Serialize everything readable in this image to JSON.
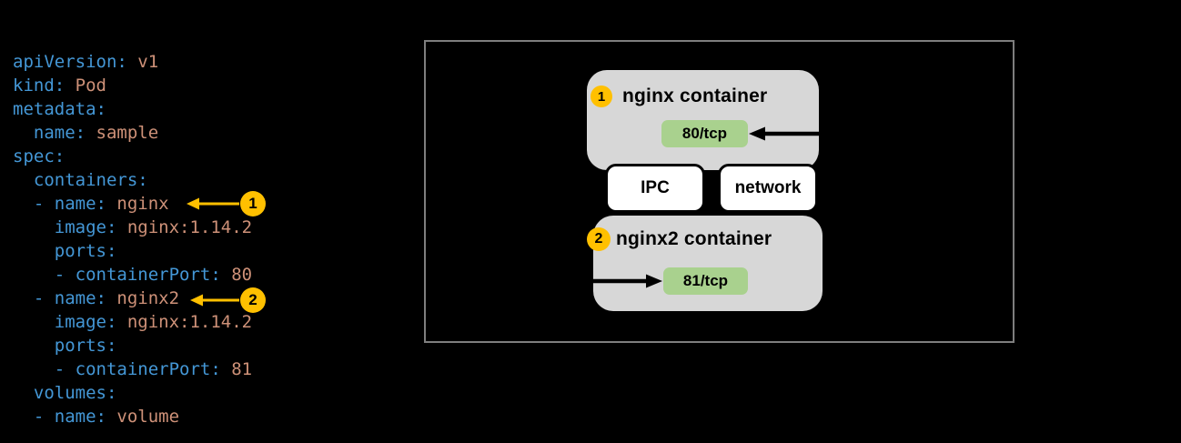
{
  "colors": {
    "yaml_key": "#4497d6",
    "yaml_value": "#ce9178",
    "badge_gold": "#ffc000",
    "port_green": "#a9d18e",
    "container_gray": "#d7d7d7",
    "ns_box_bg": "#ffffff",
    "panel_border": "#7e7e7e",
    "diagram_text": "#000000",
    "page_bg": "#000000"
  },
  "code": {
    "language": "yaml",
    "lines": [
      {
        "tokens": [
          {
            "c": "k",
            "t": "apiVersion: "
          },
          {
            "c": "v",
            "t": "v1"
          }
        ]
      },
      {
        "tokens": [
          {
            "c": "k",
            "t": "kind: "
          },
          {
            "c": "v",
            "t": "Pod"
          }
        ]
      },
      {
        "tokens": [
          {
            "c": "k",
            "t": "metadata:"
          }
        ]
      },
      {
        "tokens": [
          {
            "c": "k",
            "t": "  name: "
          },
          {
            "c": "v",
            "t": "sample"
          }
        ]
      },
      {
        "tokens": [
          {
            "c": "k",
            "t": "spec:"
          }
        ]
      },
      {
        "tokens": [
          {
            "c": "k",
            "t": "  containers:"
          }
        ]
      },
      {
        "tokens": [
          {
            "c": "k",
            "t": "  - name: "
          },
          {
            "c": "v",
            "t": "nginx"
          }
        ]
      },
      {
        "tokens": [
          {
            "c": "k",
            "t": "    image: "
          },
          {
            "c": "v",
            "t": "nginx:1.14.2"
          }
        ]
      },
      {
        "tokens": [
          {
            "c": "k",
            "t": "    ports:"
          }
        ]
      },
      {
        "tokens": [
          {
            "c": "k",
            "t": "    - containerPort: "
          },
          {
            "c": "v",
            "t": "80"
          }
        ]
      },
      {
        "tokens": [
          {
            "c": "k",
            "t": "  - name: "
          },
          {
            "c": "v",
            "t": "nginx2"
          }
        ]
      },
      {
        "tokens": [
          {
            "c": "k",
            "t": "    image: "
          },
          {
            "c": "v",
            "t": "nginx:1.14.2"
          }
        ]
      },
      {
        "tokens": [
          {
            "c": "k",
            "t": "    ports:"
          }
        ]
      },
      {
        "tokens": [
          {
            "c": "k",
            "t": "    - containerPort: "
          },
          {
            "c": "v",
            "t": "81"
          }
        ]
      },
      {
        "tokens": [
          {
            "c": "k",
            "t": "  volumes:"
          }
        ]
      },
      {
        "tokens": [
          {
            "c": "k",
            "t": "  - name: "
          },
          {
            "c": "v",
            "t": "volume"
          }
        ]
      }
    ]
  },
  "callouts": [
    {
      "number": "1",
      "target": "name: nginx"
    },
    {
      "number": "2",
      "target": "name: nginx2"
    }
  ],
  "diagram": {
    "containers": [
      {
        "badge": "1",
        "title": "nginx container",
        "port": "80/tcp",
        "arrow_direction": "from-right"
      },
      {
        "badge": "2",
        "title": "nginx2 container",
        "port": "81/tcp",
        "arrow_direction": "from-left"
      }
    ],
    "namespaces": [
      {
        "label": "IPC"
      },
      {
        "label": "network"
      }
    ]
  }
}
